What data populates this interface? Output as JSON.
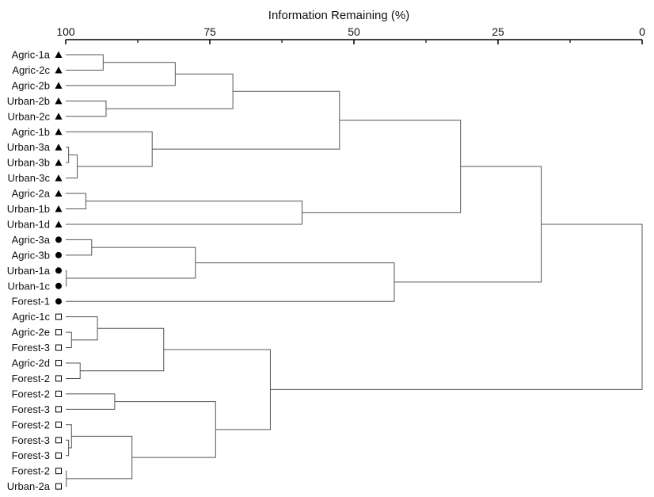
{
  "chart_data": {
    "type": "dendrogram",
    "title": "",
    "xlabel": "Information Remaining (%)",
    "x_ticks": [
      "100",
      "75",
      "50",
      "25",
      "0"
    ],
    "x_tick_values": [
      100,
      75,
      50,
      25,
      0
    ],
    "xlim": [
      100,
      0
    ],
    "colors": {
      "line": "#555555",
      "marker": "#000000"
    },
    "leaves": [
      {
        "label": "Agric-1a",
        "marker": "triangle"
      },
      {
        "label": "Agric-2c",
        "marker": "triangle"
      },
      {
        "label": "Agric-2b",
        "marker": "triangle"
      },
      {
        "label": "Urban-2b",
        "marker": "triangle"
      },
      {
        "label": "Urban-2c",
        "marker": "triangle"
      },
      {
        "label": "Agric-1b",
        "marker": "triangle"
      },
      {
        "label": "Urban-3a",
        "marker": "triangle"
      },
      {
        "label": "Urban-3b",
        "marker": "triangle"
      },
      {
        "label": "Urban-3c",
        "marker": "triangle"
      },
      {
        "label": "Agric-2a",
        "marker": "triangle"
      },
      {
        "label": "Urban-1b",
        "marker": "triangle"
      },
      {
        "label": "Urban-1d",
        "marker": "triangle"
      },
      {
        "label": "Agric-3a",
        "marker": "circle"
      },
      {
        "label": "Agric-3b",
        "marker": "circle"
      },
      {
        "label": "Urban-1a",
        "marker": "circle"
      },
      {
        "label": "Urban-1c",
        "marker": "circle"
      },
      {
        "label": "Forest-1",
        "marker": "circle"
      },
      {
        "label": "Agric-1c",
        "marker": "square"
      },
      {
        "label": "Agric-2e",
        "marker": "square"
      },
      {
        "label": "Forest-3",
        "marker": "square"
      },
      {
        "label": "Agric-2d",
        "marker": "square"
      },
      {
        "label": "Forest-2",
        "marker": "square"
      },
      {
        "label": "Forest-2",
        "marker": "square"
      },
      {
        "label": "Forest-3",
        "marker": "square"
      },
      {
        "label": "Forest-2",
        "marker": "square"
      },
      {
        "label": "Forest-3",
        "marker": "square"
      },
      {
        "label": "Forest-3",
        "marker": "square"
      },
      {
        "label": "Forest-2",
        "marker": "square"
      },
      {
        "label": "Urban-2a",
        "marker": "square"
      }
    ],
    "merges": [
      {
        "a": "L0",
        "b": "L1",
        "value": 93.5
      },
      {
        "a": "M0",
        "b": "L2",
        "value": 81
      },
      {
        "a": "L3",
        "b": "L4",
        "value": 93
      },
      {
        "a": "M1",
        "b": "M2",
        "value": 71
      },
      {
        "a": "L6",
        "b": "L7",
        "value": 99.5
      },
      {
        "a": "M4",
        "b": "L8",
        "value": 98
      },
      {
        "a": "L5",
        "b": "M5",
        "value": 85
      },
      {
        "a": "M3",
        "b": "M6",
        "value": 52.5
      },
      {
        "a": "L9",
        "b": "L10",
        "value": 96.5
      },
      {
        "a": "M8",
        "b": "L11",
        "value": 59
      },
      {
        "a": "M7",
        "b": "M9",
        "value": 31.5
      },
      {
        "a": "L12",
        "b": "L13",
        "value": 95.5
      },
      {
        "a": "L14",
        "b": "L15",
        "value": 99.9
      },
      {
        "a": "M11",
        "b": "M12",
        "value": 77.5
      },
      {
        "a": "M13",
        "b": "L16",
        "value": 43
      },
      {
        "a": "M10",
        "b": "M14",
        "value": 17.5
      },
      {
        "a": "L18",
        "b": "L19",
        "value": 99
      },
      {
        "a": "L17",
        "b": "M16",
        "value": 94.5
      },
      {
        "a": "L20",
        "b": "L21",
        "value": 97.5
      },
      {
        "a": "M17",
        "b": "M18",
        "value": 83
      },
      {
        "a": "L22",
        "b": "L23",
        "value": 91.5
      },
      {
        "a": "L25",
        "b": "L26",
        "value": 99.5
      },
      {
        "a": "L24",
        "b": "M21",
        "value": 99
      },
      {
        "a": "L27",
        "b": "L28",
        "value": 99.9
      },
      {
        "a": "M22",
        "b": "M23",
        "value": 88.5
      },
      {
        "a": "M20",
        "b": "M24",
        "value": 74
      },
      {
        "a": "M19",
        "b": "M25",
        "value": 64.5
      },
      {
        "a": "M15",
        "b": "M26",
        "value": 0
      }
    ]
  }
}
